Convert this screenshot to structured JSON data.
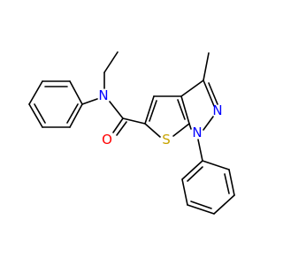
{
  "atoms": {
    "N_amide": {
      "label": "N",
      "color": "#0000ff"
    },
    "O_carbonyl": {
      "label": "O",
      "color": "#ff0000"
    },
    "S_thiophene": {
      "label": "S",
      "color": "#c8a400"
    },
    "N_pyrazole_1": {
      "label": "N",
      "color": "#0000ff"
    },
    "N_pyrazole_2": {
      "label": "N",
      "color": "#0000ff"
    }
  },
  "colors": {
    "bond": "#000000",
    "background": "#ffffff"
  }
}
